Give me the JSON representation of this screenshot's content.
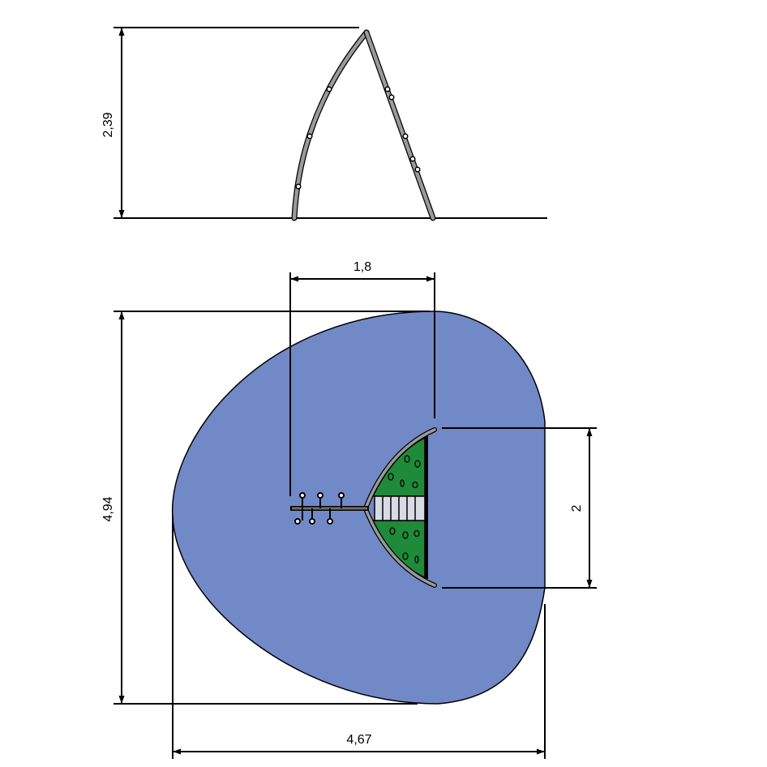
{
  "dimensions": {
    "height_side": "2,39",
    "post_spacing": "1,8",
    "total_depth": "4,94",
    "total_width": "4,67",
    "panel_width": "2"
  },
  "colors": {
    "surface": "#7289c7",
    "panel_green": "#1f8a3a",
    "frame_grey": "#8a8a8a",
    "line": "#000000"
  }
}
